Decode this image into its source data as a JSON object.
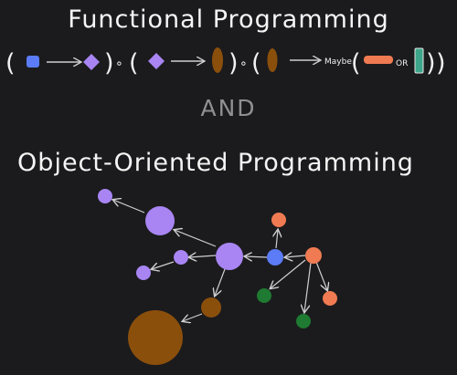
{
  "titles": {
    "functional": "Functional Programming",
    "and": "AND",
    "oop": "Object-Oriented Programming"
  },
  "composition": {
    "maybe_label": "Maybe",
    "or_label": "OR",
    "open_paren": "(",
    "close_paren": ")",
    "compose_symbol": "∘"
  },
  "colors": {
    "background": "#1b1b1d",
    "blue": "#5b7cf6",
    "purple": "#a885f3",
    "brown": "#8b4f0c",
    "orange": "#f07b52",
    "green": "#1f7a32",
    "teal": "#3da58a",
    "and_gray": "#909092",
    "line": "#cfcfd1"
  }
}
